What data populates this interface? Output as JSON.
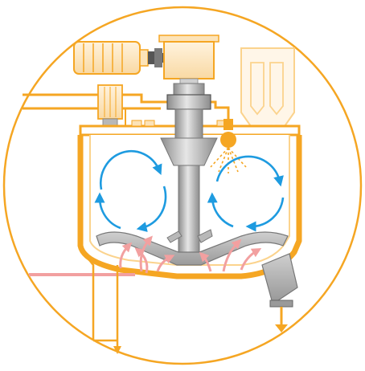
{
  "diagram": {
    "colors": {
      "frame": "#F5A623",
      "frame_light": "#FBD38D",
      "steel_dark": "#8C8C8C",
      "steel_mid": "#B8B8B8",
      "steel_light": "#E3E3E3",
      "circulation_flow": "#1E9BE0",
      "heat_flow": "#F2A0A0",
      "motor_fill": "#FCE3B8"
    },
    "components": [
      "boundary-circle",
      "drive-motor",
      "gearbox",
      "filter-housing",
      "mixing-vessel",
      "agitator-shaft",
      "agitator-blade",
      "spray-nozzle",
      "side-stirrer",
      "discharge-valve"
    ]
  }
}
